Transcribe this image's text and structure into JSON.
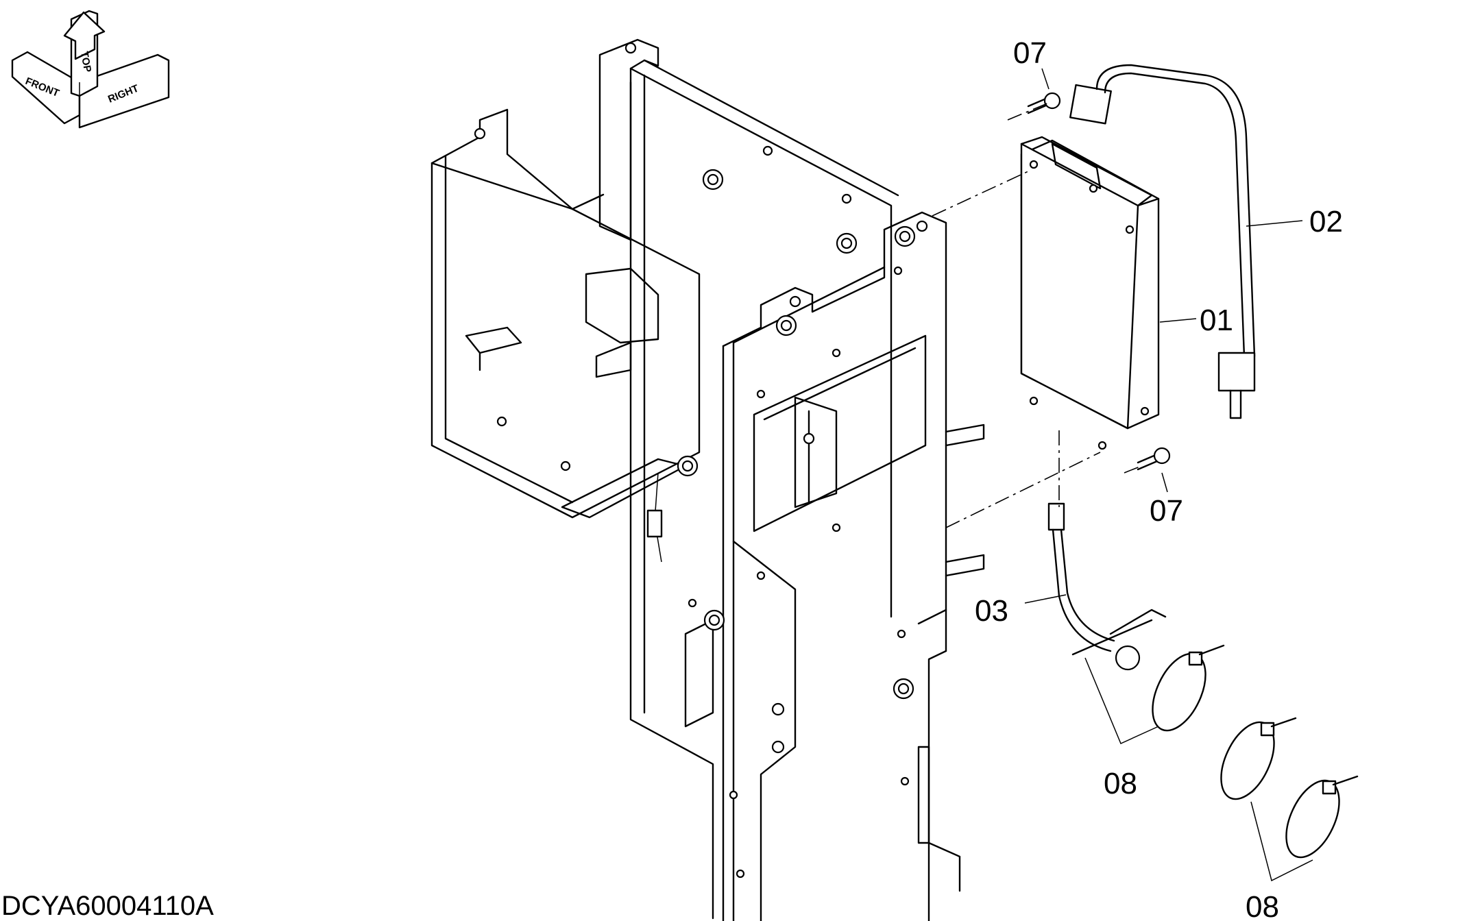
{
  "orientation_indicator": {
    "front_label": "FRONT",
    "top_label": "TOP",
    "right_label": "RIGHT"
  },
  "callouts": {
    "controller_unit": "01",
    "upper_harness": "02",
    "lower_harness": "03",
    "screw_upper": "07",
    "screw_lower": "07",
    "cable_tie_near": "08",
    "cable_tie_far": "08"
  },
  "drawing_code": "DCYA60004110A"
}
